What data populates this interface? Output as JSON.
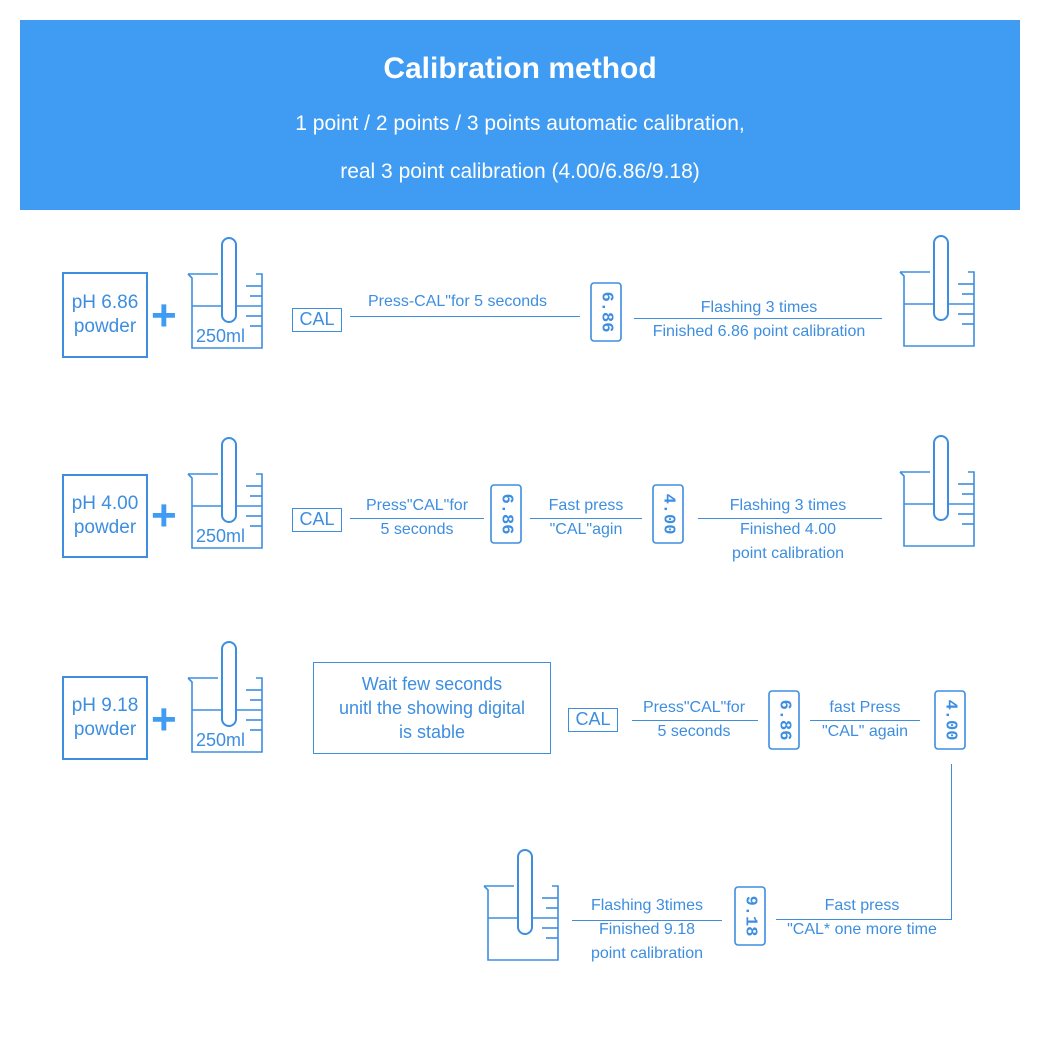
{
  "header": {
    "title": "Calibration method",
    "subtitle1": "1 point / 2 points / 3 points automatic calibration,",
    "subtitle2": "real 3 point calibration (4.00/6.86/9.18)"
  },
  "colors": {
    "banner": "#3f9cf2",
    "ink": "#3d8ee0"
  },
  "icons": {
    "beaker": "beaker-with-probe-icon",
    "plus": "plus-icon",
    "lcd": "lcd-display-icon"
  },
  "beaker_label": "250ml",
  "cal_label": "CAL",
  "row1": {
    "powder_line1": "pH 6.86",
    "powder_line2": "powder",
    "step1": "Press-CAL\"for 5 seconds",
    "lcd1": "6.86",
    "result_line1": "Flashing 3 times",
    "result_line2": "Finished 6.86 point calibration"
  },
  "row2": {
    "powder_line1": "pH 4.00",
    "powder_line2": "powder",
    "step1_line1": "Press\"CAL\"for",
    "step1_line2": "5 seconds",
    "lcd1": "6.86",
    "step2_line1": "Fast press",
    "step2_line2": "\"CAL\"agin",
    "lcd2": "4.00",
    "result_line1": "Flashing 3 times",
    "result_line2": "Finished 4.00",
    "result_line3": "point calibration"
  },
  "row3": {
    "powder_line1": "pH 9.18",
    "powder_line2": "powder",
    "wait_line1": "Wait few seconds",
    "wait_line2": "unitl the showing digital",
    "wait_line3": "is stable",
    "step1_line1": "Press\"CAL\"for",
    "step1_line2": "5 seconds",
    "lcd1": "6.86",
    "step2_line1": "fast Press",
    "step2_line2": "\"CAL\" again",
    "lcd2": "4.00",
    "step3_line1": "Fast press",
    "step3_line2": "\"CAL* one more time",
    "lcd3": "9.18",
    "result_line1": "Flashing 3times",
    "result_line2": "Finished 9.18",
    "result_line3": "point calibration"
  }
}
